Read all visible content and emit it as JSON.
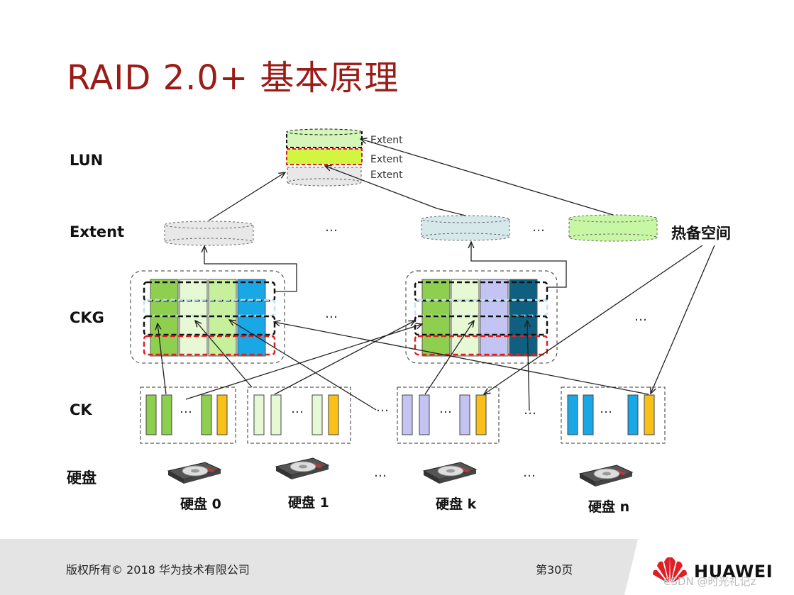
{
  "title": "RAID 2.0+ 基本原理",
  "row_labels": {
    "lun": "LUN",
    "extent": "Extent",
    "ckg": "CKG",
    "ck": "CK",
    "disk": "硬盘"
  },
  "lun_extent_labels": [
    "Extent",
    "Extent",
    "Extent"
  ],
  "hot_spare_label": "热备空间",
  "ellipsis": "…",
  "disk_labels": [
    "硬盘 0",
    "硬盘 1",
    "硬盘 k",
    "硬盘 n"
  ],
  "footer": {
    "copyright": "版权所有© 2018 华为技术有限公司",
    "page": "第30页",
    "brand": "HUAWEI",
    "watermark": "CSDN @时光礼记z"
  },
  "colors": {
    "title": "#9b1b17",
    "green_dark": "#8fcf50",
    "green_light": "#e6f8d4",
    "green_mid": "#c7f09d",
    "blue": "#1aa7e6",
    "lavender": "#c4c4f4",
    "teal_dark": "#0e5f80",
    "orange": "#f9c117",
    "lime": "#d2f542",
    "gray_extent": "#e8e8e8",
    "light_blue_extent": "#d6e8ea",
    "red_dash": "#e21f1f",
    "brand_red": "#e01e26"
  }
}
